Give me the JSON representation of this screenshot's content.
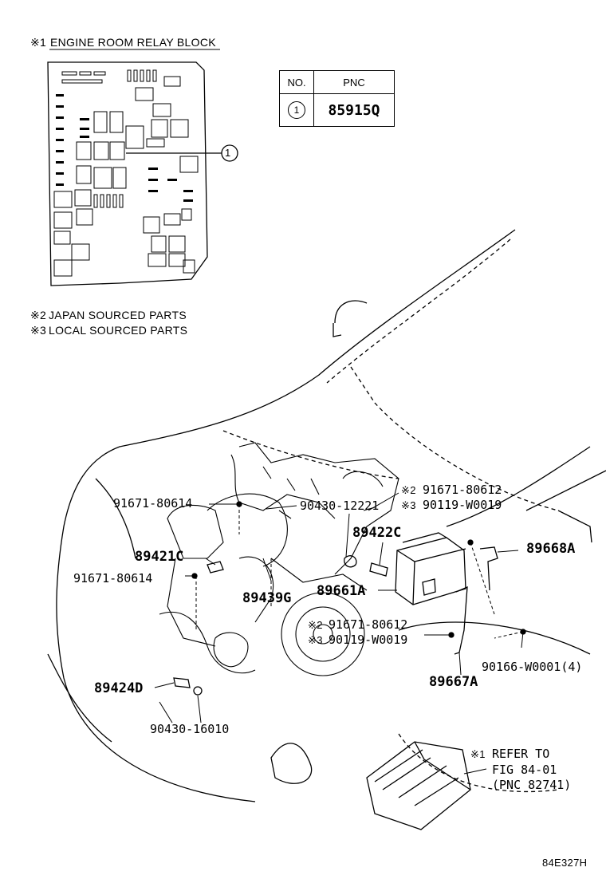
{
  "header": {
    "relay_block_mark": "※1",
    "relay_block_title": "ENGINE ROOM RELAY BLOCK"
  },
  "callout": {
    "number": "1"
  },
  "pnc_table": {
    "col_no": "NO.",
    "col_pnc": "PNC",
    "row_no": "1",
    "row_pnc": "85915Q"
  },
  "notes": [
    {
      "mark": "※2",
      "text": "JAPAN SOURCED PARTS"
    },
    {
      "mark": "※3",
      "text": "LOCAL SOURCED PARTS"
    }
  ],
  "parts": {
    "p1": "91671-80614",
    "p2": "90430-12221",
    "p3_mark": "※2",
    "p3": "91671-80612",
    "p4_mark": "※3",
    "p4": "90119-W0019",
    "p5": "89422C",
    "p6": "89668A",
    "p7": "89421C",
    "p8": "91671-80614",
    "p9": "89439G",
    "p10": "89661A",
    "p11_mark": "※2",
    "p11": "91671-80612",
    "p12_mark": "※3",
    "p12": "90119-W0019",
    "p13": "90166-W0001(4)",
    "p14": "89667A",
    "p15": "89424D",
    "p16": "90430-16010"
  },
  "refer": {
    "mark": "※1",
    "line1": "REFER TO",
    "line2": "FIG 84-01",
    "line3": "(PNC 82741)"
  },
  "figure_code": "84E327H"
}
